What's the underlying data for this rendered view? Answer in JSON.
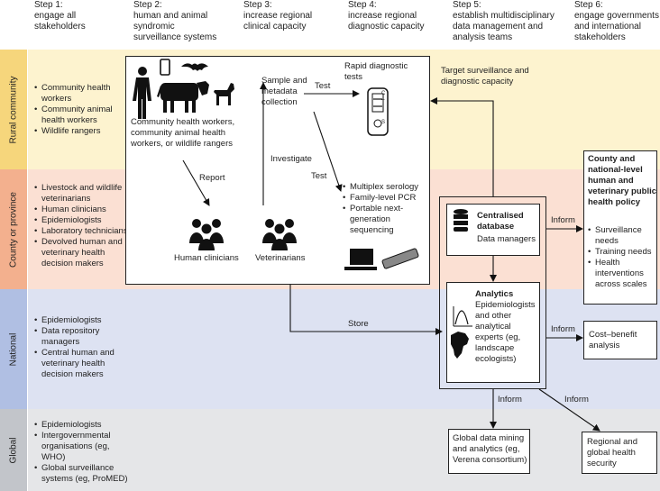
{
  "steps": [
    {
      "num": "Step 1:",
      "text": "engage all\nstakeholders"
    },
    {
      "num": "Step 2:",
      "text": "human and animal\nsyndromic\nsurveillance systems"
    },
    {
      "num": "Step 3:",
      "text": "increase regional\nclinical capacity"
    },
    {
      "num": "Step 4:",
      "text": "increase regional\ndiagnostic capacity"
    },
    {
      "num": "Step 5:",
      "text": "establish multidisciplinary\ndata management and\nanalysis teams"
    },
    {
      "num": "Step 6:",
      "text": "engage governments\nand international\nstakeholders"
    }
  ],
  "bands": [
    {
      "label": "Rural community",
      "color": "#fdf3cf",
      "items": [
        "Community health workers",
        "Community animal health workers",
        "Wildlife rangers"
      ]
    },
    {
      "label": "County or province",
      "color": "#fbe0d3",
      "items": [
        "Livestock and wildlife veterinarians",
        "Human clinicians",
        "Epidemiologists",
        "Laboratory technicians",
        "Devolved human and veterinary health decision makers"
      ]
    },
    {
      "label": "National",
      "color": "#dde2f2",
      "items": [
        "Epidemiologists",
        "Data repository managers",
        "Central human and veterinary health decision makers"
      ]
    },
    {
      "label": "Global",
      "color": "#e5e6e8",
      "items": [
        "Epidemiologists",
        "Intergovernmental organisations (eg, WHO)",
        "Global surveillance systems (eg, ProMED)"
      ]
    }
  ],
  "band_label_colors": {
    "rural": "#f6d67c",
    "county": "#f3b08e",
    "national": "#b0bfe3",
    "global": "#c2c5ca"
  },
  "main_box": {
    "community_workers": "Community health workers, community animal health workers, or wildlife rangers",
    "report": "Report",
    "investigate": "Investigate",
    "human_clinicians": "Human clinicians",
    "veterinarians": "Veterinarians",
    "sample_collection": "Sample and metadata collection",
    "test_upper": "Test",
    "test_lower": "Test",
    "rapid_tests": "Rapid diagnostic tests",
    "test_letters": [
      "C",
      "T",
      "S"
    ],
    "lab_tests": [
      "Multiplex serology",
      "Family-level PCR",
      "Portable next-generation sequencing"
    ]
  },
  "flow_labels": {
    "target": "Target surveillance and diagnostic capacity",
    "store": "Store",
    "inform_policy": "Inform",
    "inform_cost": "Inform",
    "inform_global": "Inform",
    "inform_regional": "Inform"
  },
  "database": {
    "title": "Centralised database",
    "subtitle": "Data managers"
  },
  "analytics": {
    "title": "Analytics",
    "subtitle": "Epidemiologists and other analytical experts (eg, landscape ecologists)"
  },
  "policy": {
    "title": "County and national-level human and veterinary public health policy",
    "items": [
      "Surveillance needs",
      "Training needs",
      "Health interventions across scales"
    ]
  },
  "cost_benefit": "Cost–benefit analysis",
  "global_mining": "Global data mining and analytics (eg, Verena consortium)",
  "regional_security": "Regional and global health security"
}
